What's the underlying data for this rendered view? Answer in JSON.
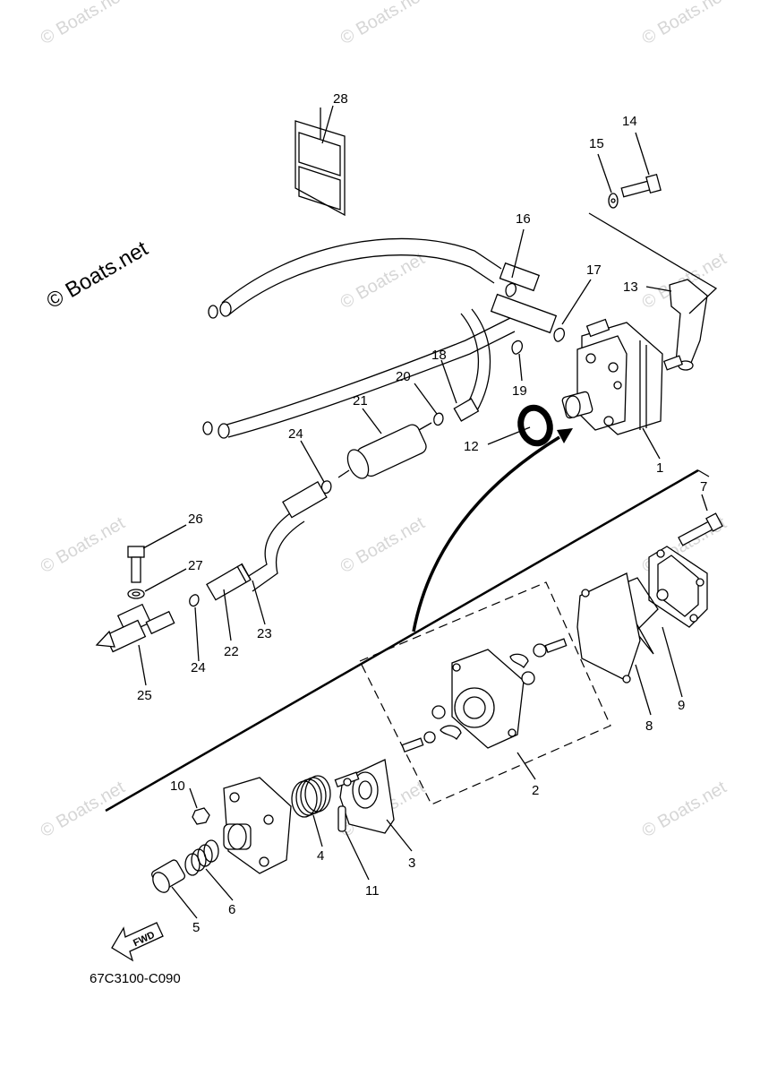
{
  "watermark": {
    "text": "© Boats.net",
    "main_text": "© Boats.net"
  },
  "diagram_code": "67C3100-C090",
  "fwd_label": "FWD",
  "parts": [
    {
      "id": "1",
      "label": "1"
    },
    {
      "id": "2",
      "label": "2"
    },
    {
      "id": "3",
      "label": "3"
    },
    {
      "id": "4",
      "label": "4"
    },
    {
      "id": "5",
      "label": "5"
    },
    {
      "id": "6",
      "label": "6"
    },
    {
      "id": "7",
      "label": "7"
    },
    {
      "id": "8",
      "label": "8"
    },
    {
      "id": "9",
      "label": "9"
    },
    {
      "id": "10",
      "label": "10"
    },
    {
      "id": "11",
      "label": "11"
    },
    {
      "id": "12",
      "label": "12"
    },
    {
      "id": "13",
      "label": "13"
    },
    {
      "id": "14",
      "label": "14"
    },
    {
      "id": "15",
      "label": "15"
    },
    {
      "id": "16",
      "label": "16"
    },
    {
      "id": "17",
      "label": "17"
    },
    {
      "id": "18",
      "label": "18"
    },
    {
      "id": "19",
      "label": "19"
    },
    {
      "id": "20",
      "label": "20"
    },
    {
      "id": "21",
      "label": "21"
    },
    {
      "id": "22",
      "label": "22"
    },
    {
      "id": "23",
      "label": "23"
    },
    {
      "id": "24a",
      "label": "24"
    },
    {
      "id": "24b",
      "label": "24"
    },
    {
      "id": "25",
      "label": "25"
    },
    {
      "id": "26",
      "label": "26"
    },
    {
      "id": "27",
      "label": "27"
    },
    {
      "id": "28",
      "label": "28"
    }
  ]
}
